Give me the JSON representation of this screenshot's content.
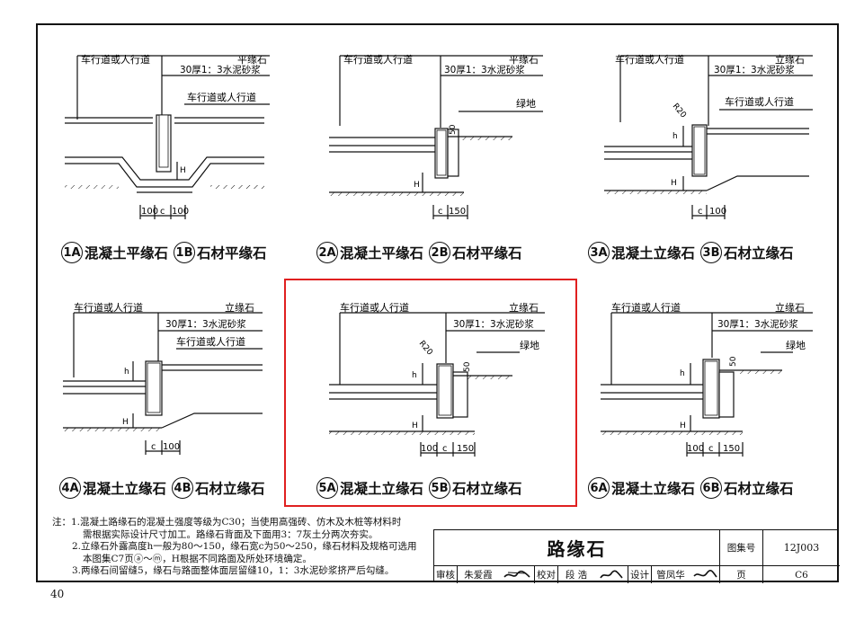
{
  "diagrams": [
    {
      "labels": {
        "road": "车行道或人行道",
        "curb": "平缘石",
        "mortar": "30厚1：3水泥砂浆",
        "road2": "车行道或人行道"
      },
      "dims": [
        "100",
        "c",
        "100"
      ],
      "H": "H",
      "caption": {
        "a_badge": "1A",
        "a_text": "混凝土平缘石",
        "b_badge": "1B",
        "b_text": "石材平缘石"
      }
    },
    {
      "labels": {
        "road": "车行道或人行道",
        "curb": "平缘石",
        "mortar": "30厚1：3水泥砂浆",
        "green": "绿地"
      },
      "dims": [
        "c",
        "150"
      ],
      "H": "H",
      "fifty": "50",
      "caption": {
        "a_badge": "2A",
        "a_text": "混凝土平缘石",
        "b_badge": "2B",
        "b_text": "石材平缘石"
      }
    },
    {
      "labels": {
        "road": "车行道或人行道",
        "curb": "立缘石",
        "mortar": "30厚1：3水泥砂浆",
        "road2": "车行道或人行道"
      },
      "dims": [
        "c",
        "100"
      ],
      "H": "H",
      "h": "h",
      "r": "R20",
      "caption": {
        "a_badge": "3A",
        "a_text": "混凝土立缘石",
        "b_badge": "3B",
        "b_text": "石材立缘石"
      }
    },
    {
      "labels": {
        "road": "车行道或人行道",
        "curb": "立缘石",
        "mortar": "30厚1：3水泥砂浆",
        "road2": "车行道或人行道"
      },
      "dims": [
        "c",
        "100"
      ],
      "H": "H",
      "h": "h",
      "caption": {
        "a_badge": "4A",
        "a_text": "混凝土立缘石",
        "b_badge": "4B",
        "b_text": "石材立缘石"
      }
    },
    {
      "labels": {
        "road": "车行道或人行道",
        "curb": "立缘石",
        "mortar": "30厚1：3水泥砂浆",
        "green": "绿地"
      },
      "dims": [
        "100",
        "c",
        "150"
      ],
      "H": "H",
      "h": "h",
      "r": "R20",
      "fifty": "50",
      "caption": {
        "a_badge": "5A",
        "a_text": "混凝土立缘石",
        "b_badge": "5B",
        "b_text": "石材立缘石"
      }
    },
    {
      "labels": {
        "road": "车行道或人行道",
        "curb": "立缘石",
        "mortar": "30厚1：3水泥砂浆",
        "green": "绿地"
      },
      "dims": [
        "100",
        "c",
        "150"
      ],
      "H": "H",
      "h": "h",
      "fifty": "50",
      "caption": {
        "a_badge": "6A",
        "a_text": "混凝土立缘石",
        "b_badge": "6B",
        "b_text": "石材立缘石"
      }
    }
  ],
  "notes": {
    "n1a": "注：1.混凝土路缘石的混凝土强度等级为C30；当使用高强砖、仿木及木桩等材料时",
    "n1b": "需根据实际设计尺寸加工。路缘石背面及下面用3：7灰土分两次夯实。",
    "n2a": "2.立缘石外露高度h一般为80～150，缘石宽c为50～250，缘石材料及规格可选用",
    "n2b": "本图集C7页ⓐ～ⓜ，H根据不同路面及所处环境确定。",
    "n3": "3.两缘石间留缝5，缘石与路面整体面层留缝10，1：3水泥砂浆挤严后勾缝。"
  },
  "title_block": {
    "title": "路缘石",
    "atlas_label": "图集号",
    "atlas_no": "12J003",
    "page_label": "页",
    "page_no": "C6",
    "review_label": "审核",
    "reviewer": "朱爱霞",
    "check_label": "校对",
    "checker": "段 浩",
    "design_label": "设计",
    "designer": "管凤华"
  },
  "page_number": "40",
  "colors": {
    "highlight": "#e02020",
    "ink": "#111111"
  }
}
